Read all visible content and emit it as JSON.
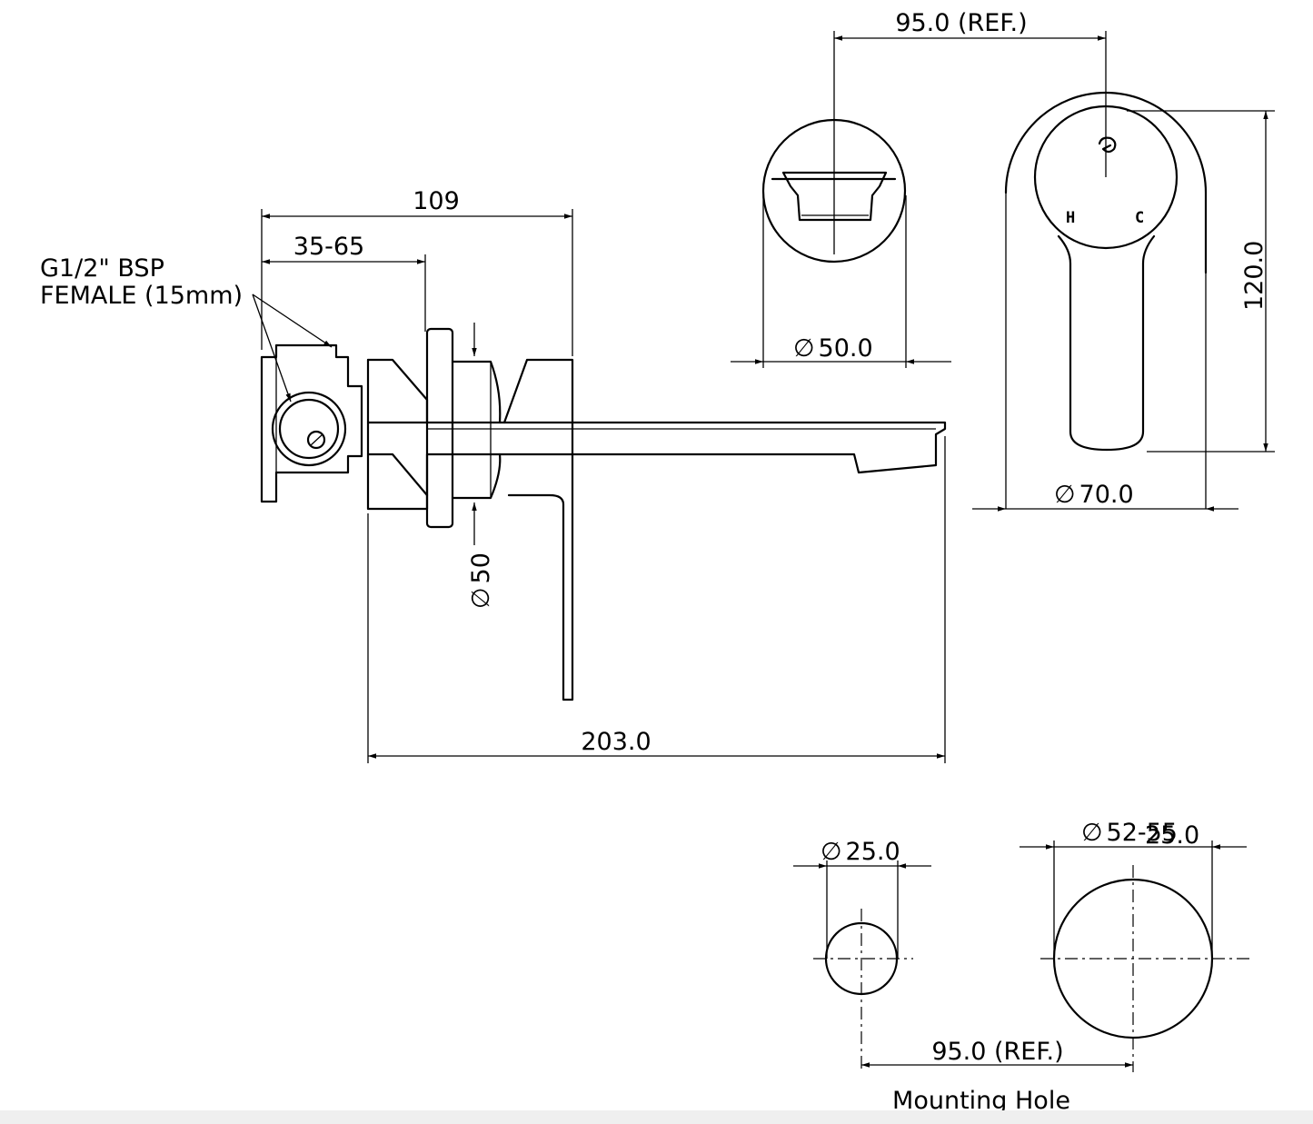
{
  "labels": {
    "dim_109": "109",
    "dim_35_65": "35-65",
    "connection_line1": "G1/2\" BSP",
    "connection_line2": "FEMALE  (15mm)",
    "dim_phi50_side": "50",
    "dim_203": "203.0",
    "dim_95_top": "95.0 (REF.)",
    "dim_phi50_front": "50.0",
    "dim_120": "120.0",
    "dim_phi70": "70.0",
    "handle_h": "H",
    "handle_c": "C",
    "dim_phi25": "25.0",
    "dim_phi52_55": "52-55",
    "dim_phi52_overlap": "25.0",
    "dim_95_bottom": "95.0 (REF.)",
    "mounting_hole": "Mounting Hole",
    "diameter_symbol": "∅"
  },
  "colors": {
    "line": "#000000",
    "background": "#ffffff"
  },
  "icons": {
    "logo": "brand-g-logo-icon"
  }
}
